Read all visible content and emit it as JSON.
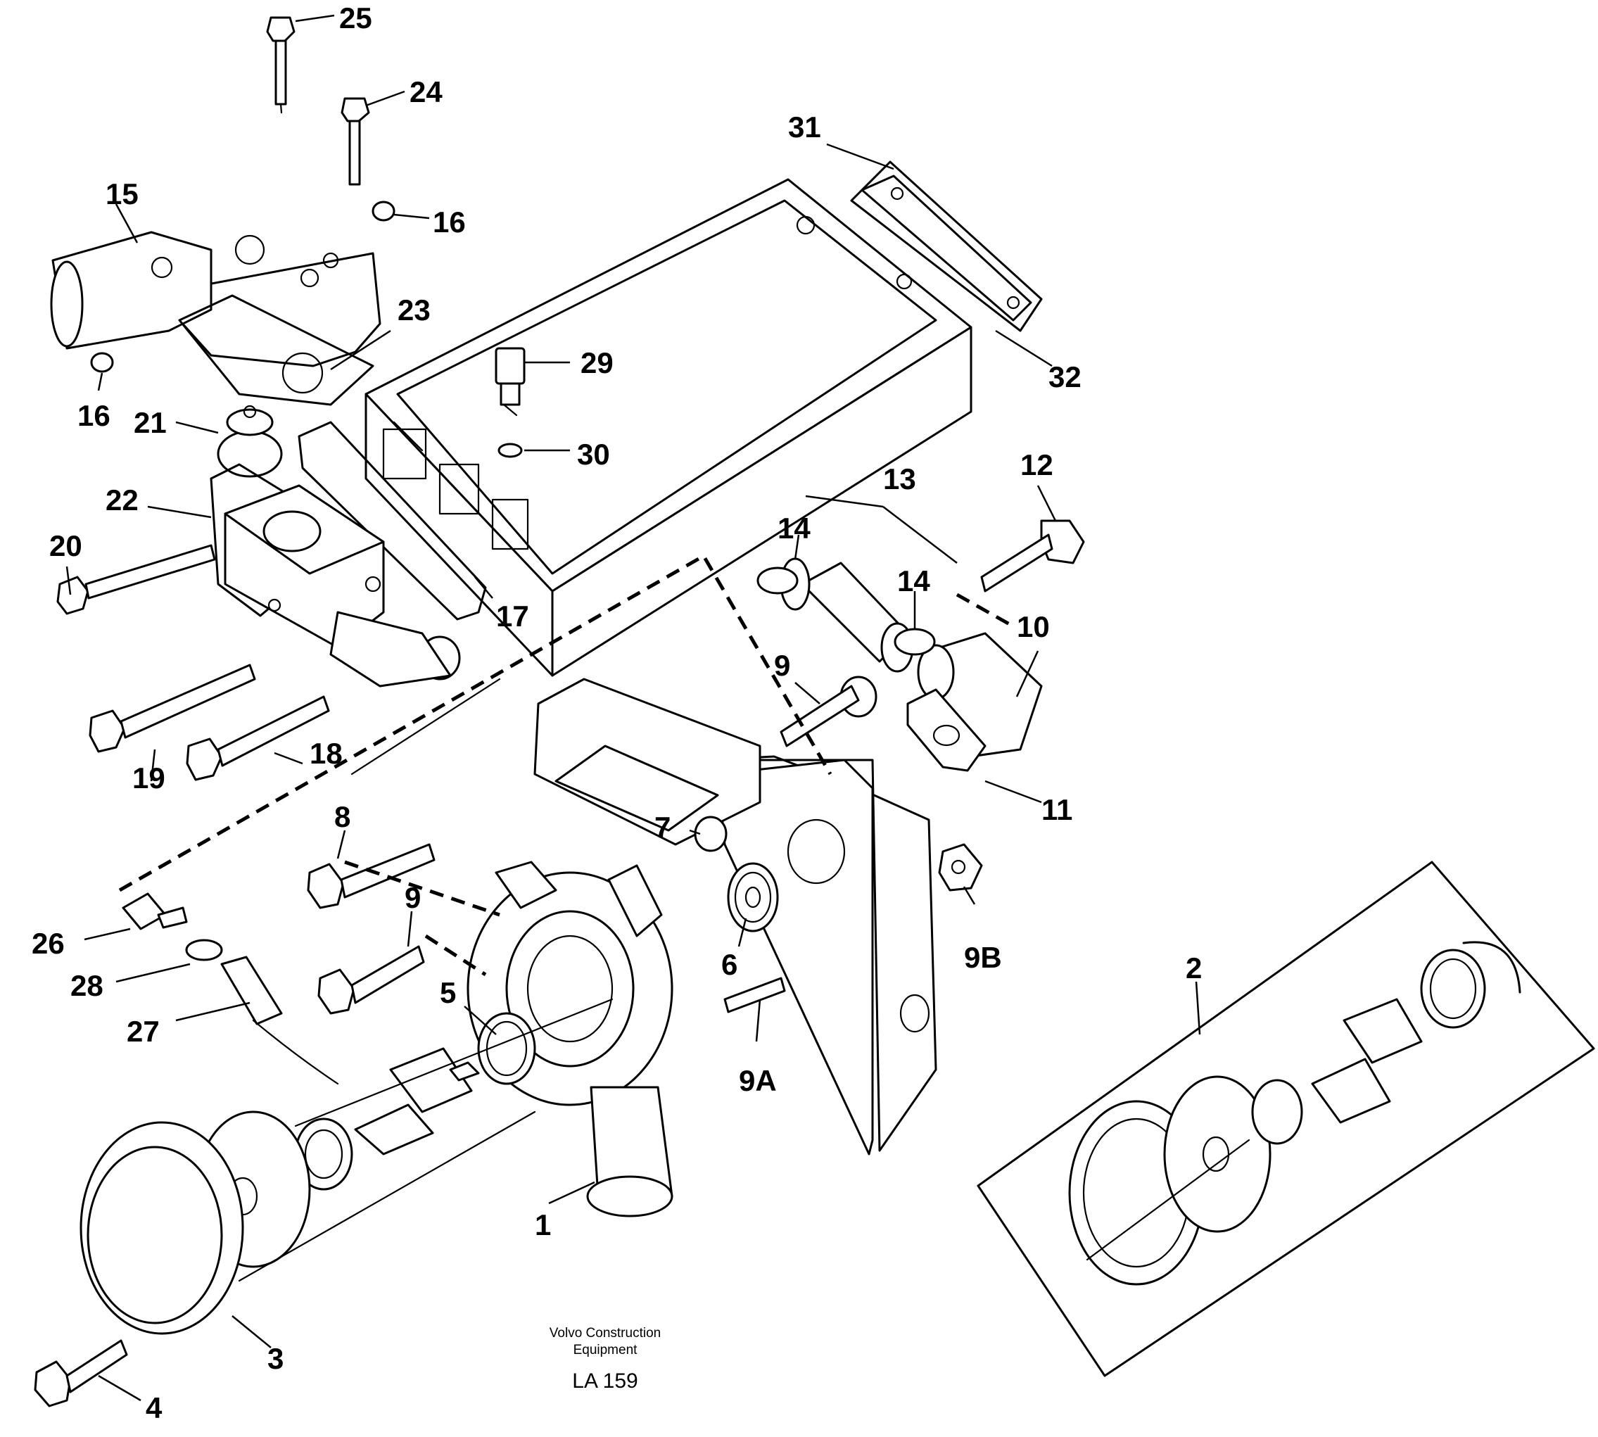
{
  "diagram": {
    "callouts": [
      "1",
      "2",
      "3",
      "4",
      "5",
      "6",
      "7",
      "8",
      "9",
      "9",
      "9A",
      "9B",
      "10",
      "11",
      "12",
      "13",
      "14",
      "14",
      "15",
      "16",
      "16",
      "17",
      "18",
      "19",
      "20",
      "21",
      "22",
      "23",
      "24",
      "25",
      "26",
      "27",
      "28",
      "29",
      "30",
      "31",
      "32"
    ],
    "caption": {
      "line1": "Volvo Construction",
      "line2": "Equipment",
      "code": "LA 159"
    }
  }
}
